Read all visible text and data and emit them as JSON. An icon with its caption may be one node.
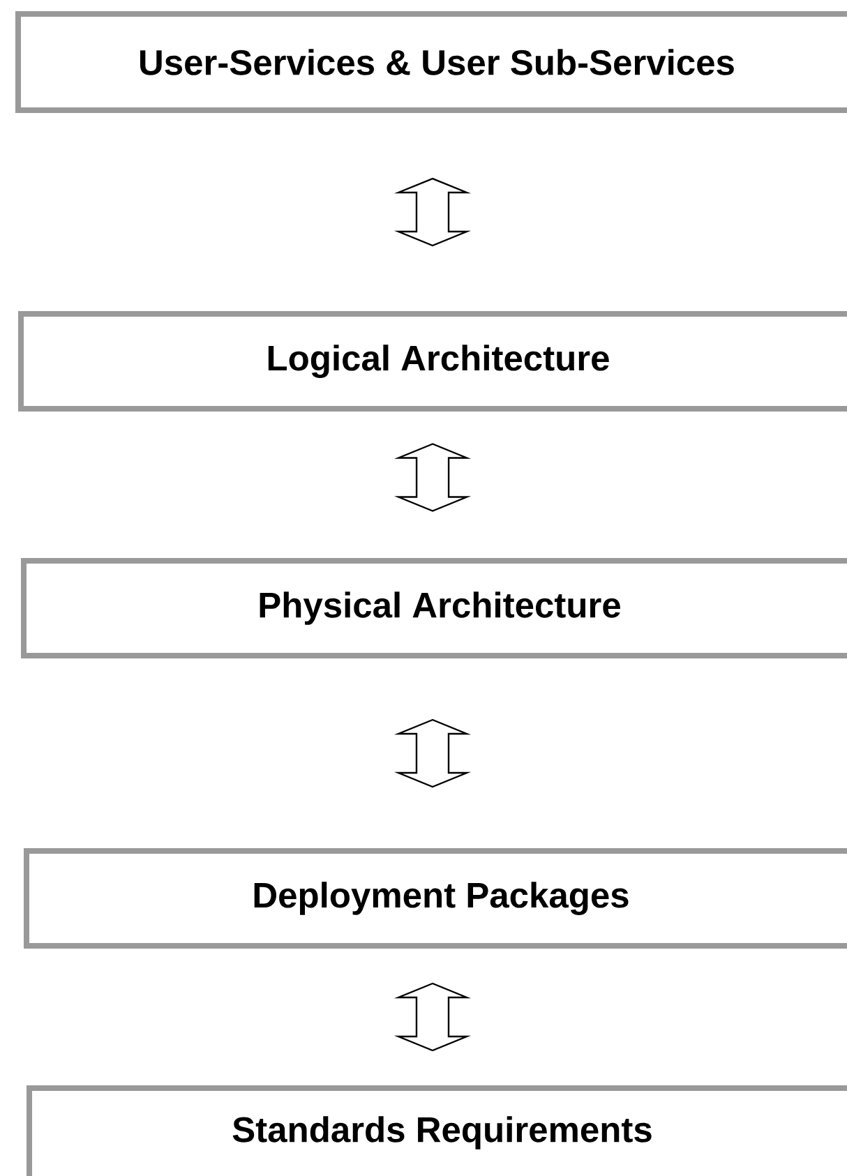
{
  "diagram": {
    "nodes": [
      {
        "text": [
          "User-Services & User Sub-Services"
        ]
      },
      {
        "text": [
          "Logical Architecture"
        ]
      },
      {
        "text": [
          "Physical Architecture"
        ]
      },
      {
        "text": [
          "Deployment Packages"
        ]
      },
      {
        "text": [
          "Standards Requirements"
        ]
      }
    ],
    "edges": [
      {
        "from": 0,
        "to": 1,
        "arrow": "both"
      },
      {
        "from": 1,
        "to": 2,
        "arrow": "both"
      },
      {
        "from": 2,
        "to": 3,
        "arrow": "both"
      },
      {
        "from": 3,
        "to": 4,
        "arrow": "both"
      }
    ]
  }
}
